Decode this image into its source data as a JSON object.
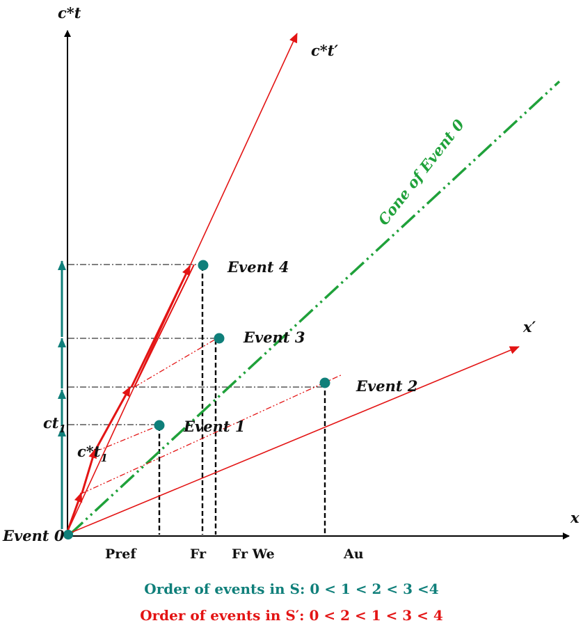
{
  "colors": {
    "axis": "#000000",
    "primed": "#e31414",
    "cone": "#1fa13a",
    "teal": "#0f7f7a"
  },
  "axes": {
    "ct_label": "c*t",
    "x_label": "x",
    "ctp_label": "c*t′",
    "xp_label": "x′"
  },
  "cone_label": "Cone of Event 0",
  "events": {
    "e0": "Event 0",
    "e1": "Event 1",
    "e2": "Event 2",
    "e3": "Event 3",
    "e4": "Event 4"
  },
  "time_labels": {
    "ct1_main": "ct",
    "ct1_sub": "1",
    "cpt1_main": "c*t",
    "cpt1_sub": "1"
  },
  "x_ticks": {
    "pref": "Pref",
    "fr": "Fr",
    "frwe": "Fr We",
    "au": "Au"
  },
  "order": {
    "s": "Order of events in S: 0 < 1 < 2 < 3 <4",
    "s_prime": "Order of events in S′: 0 < 2 < 1 < 3 < 4"
  }
}
